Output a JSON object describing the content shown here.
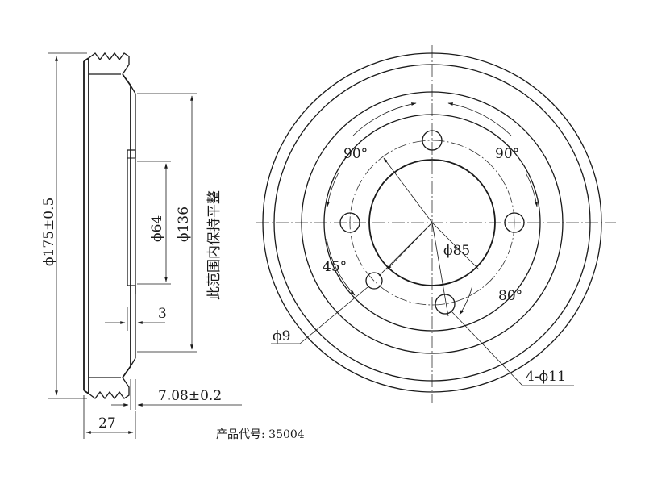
{
  "labels": {
    "dia_175": "ϕ175±0.5",
    "dia_64": "ϕ64",
    "dia_136": "ϕ136",
    "note_flat": "此范围内保持平整",
    "dim_3": "3",
    "dim_708": "7.08±0.2",
    "dim_27": "27",
    "product_code": "产品代号: 35004",
    "angle_90_left": "90°",
    "angle_90_right": "90°",
    "angle_45": "45°",
    "angle_80": "80°",
    "dia_85": "ϕ85",
    "dia_9": "ϕ9",
    "holes_4x11": "4-ϕ11"
  }
}
